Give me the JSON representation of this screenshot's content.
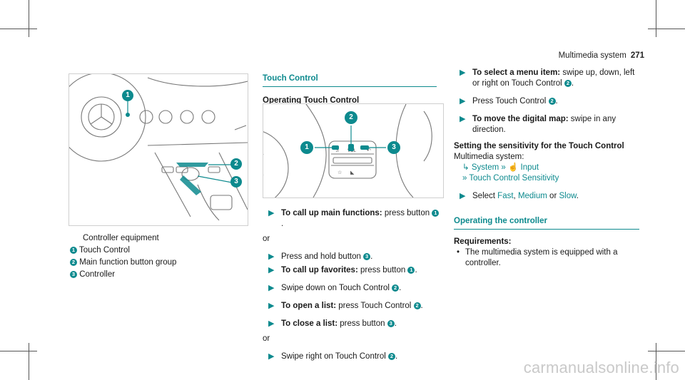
{
  "header": {
    "section": "Multimedia system",
    "page": "271"
  },
  "left": {
    "figure_callouts": [
      "1",
      "2",
      "3"
    ],
    "legend_title": "Controller equipment",
    "legend": [
      {
        "num": "1",
        "text": "Touch Control"
      },
      {
        "num": "2",
        "text": "Main function button group"
      },
      {
        "num": "3",
        "text": "Controller"
      }
    ]
  },
  "middle": {
    "title": "Touch Control",
    "subtitle": "Operating Touch Control",
    "figure_callouts": [
      "1",
      "2",
      "3"
    ],
    "figure_labels": {
      "voice": "♬",
      "vol": "VOL",
      "back": "↶",
      "star": "☆",
      "mute": "🔇"
    },
    "steps": [
      {
        "bold": "To call up main functions:",
        "text": " press button ",
        "num": "1",
        "end": "."
      },
      {
        "or": "or"
      },
      {
        "bold": "",
        "text": "Press and hold button ",
        "num": "3",
        "end": "."
      },
      {
        "bold": "To call up favorites:",
        "text": " press button ",
        "num": "1",
        "end": "."
      },
      {
        "bold": "",
        "text": "Swipe down on Touch Control ",
        "num": "2",
        "end": "."
      },
      {
        "bold": "To open a list:",
        "text": " press Touch Control ",
        "num": "2",
        "end": "."
      },
      {
        "bold": "To close a list:",
        "text": " press button ",
        "num": "3",
        "end": "."
      },
      {
        "or": "or"
      },
      {
        "bold": "",
        "text": "Swipe right on Touch Control ",
        "num": "2",
        "end": "."
      }
    ]
  },
  "right": {
    "step1_bold": "To select a menu item:",
    "step1_text": " swipe up, down, left or right on Touch Control ",
    "step1_num": "2",
    "step2_text": "Press Touch Control ",
    "step2_num": "2",
    "step3_bold": "To move the digital map:",
    "step3_text": " swipe in any direction.",
    "sens_title": "Setting the sensitivity for the Touch Control",
    "sens_path": "Multimedia system:",
    "path_system": "System",
    "path_input": "Input",
    "path_sensitivity": "Touch Control Sensitivity",
    "select_text": "Select ",
    "opt_fast": "Fast",
    "opt_medium": "Medium",
    "opt_or": "or",
    "opt_slow": "Slow",
    "ctrl_title": "Operating the controller",
    "req_title": "Requirements:",
    "req_bullet": "The multimedia system is equipped with a controller."
  },
  "watermark": "carmanualsonline.info",
  "colors": {
    "accent": "#0d8a8e"
  }
}
